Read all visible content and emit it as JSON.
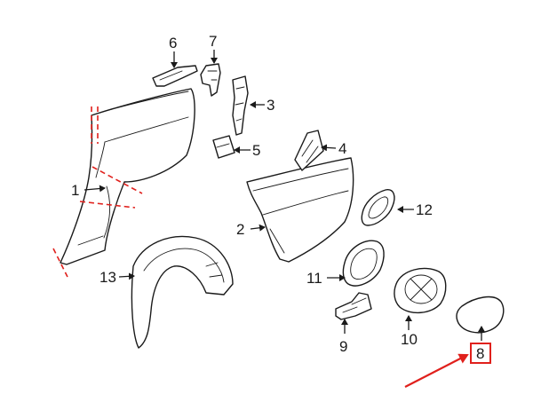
{
  "callouts": [
    {
      "id": "1",
      "label": "1"
    },
    {
      "id": "2",
      "label": "2"
    },
    {
      "id": "3",
      "label": "3"
    },
    {
      "id": "4",
      "label": "4"
    },
    {
      "id": "5",
      "label": "5"
    },
    {
      "id": "6",
      "label": "6"
    },
    {
      "id": "7",
      "label": "7"
    },
    {
      "id": "8",
      "label": "8"
    },
    {
      "id": "9",
      "label": "9"
    },
    {
      "id": "10",
      "label": "10"
    },
    {
      "id": "11",
      "label": "11"
    },
    {
      "id": "12",
      "label": "12"
    },
    {
      "id": "13",
      "label": "13"
    }
  ],
  "highlight": {
    "callout": "8",
    "color": "#e0201c"
  },
  "colors": {
    "line": "#1a1a1a",
    "cut_lines": "#e0201c",
    "background": "#ffffff"
  }
}
